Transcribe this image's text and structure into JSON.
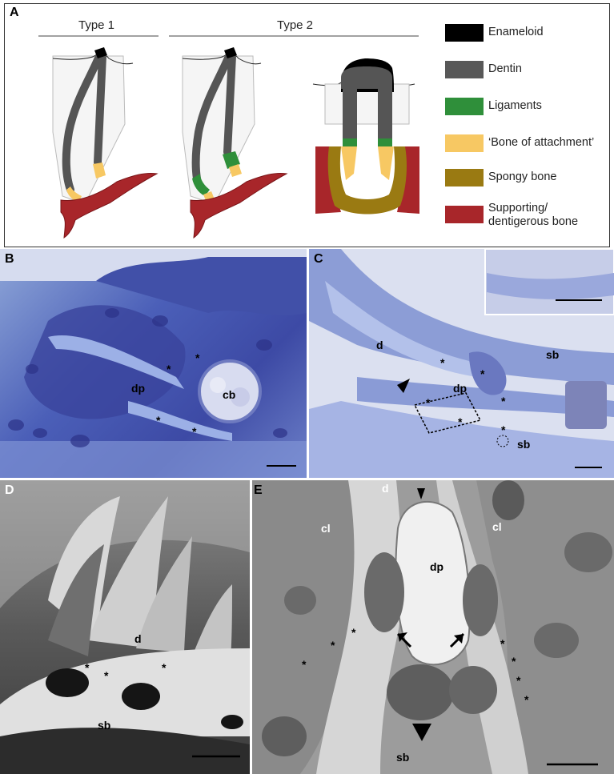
{
  "panels": {
    "A": {
      "letter": "A",
      "type1_title": "Type 1",
      "type2_title": "Type 2",
      "legend": [
        {
          "label": "Enameloid",
          "color": "#000000"
        },
        {
          "label": "Dentin",
          "color": "#585858"
        },
        {
          "label": "Ligaments",
          "color": "#2f8f3a"
        },
        {
          "label": "‘Bone of attachment’",
          "color": "#f7c863"
        },
        {
          "label": "Spongy bone",
          "color": "#9a7a12"
        },
        {
          "label": "Supporting/\ndentigerous bone",
          "color": "#a8262a"
        }
      ]
    },
    "B": {
      "letter": "B",
      "labels": {
        "dp": "dp",
        "cb": "cb",
        "star": "*"
      }
    },
    "C": {
      "letter": "C",
      "labels": {
        "d": "d",
        "dp": "dp",
        "sb": "sb",
        "star": "*"
      }
    },
    "D": {
      "letter": "D",
      "labels": {
        "d": "d",
        "sb": "sb",
        "star": "*"
      }
    },
    "E": {
      "letter": "E",
      "labels": {
        "d": "d",
        "cl": "cl",
        "dp": "dp",
        "sb": "sb",
        "star": "*"
      }
    }
  }
}
